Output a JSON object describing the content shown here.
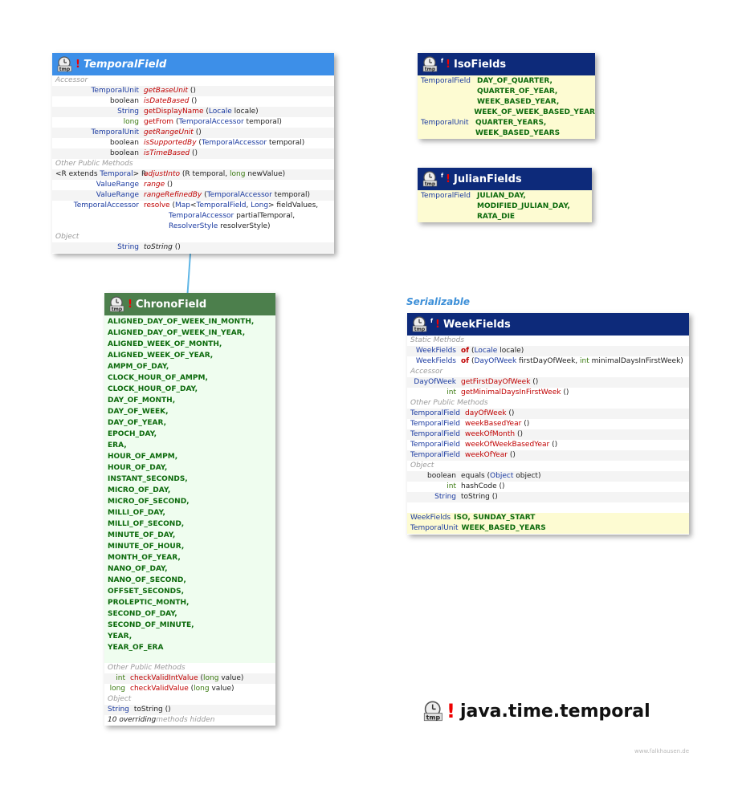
{
  "package_title": "java.time.temporal",
  "footer": "www.falkhausen.de",
  "icon_caption": "tmp",
  "final_marker": "f",
  "exclaim": "!",
  "temporal_field": {
    "title": "TemporalField",
    "sec_accessor": "Accessor",
    "sec_other": "Other Public Methods",
    "sec_object": "Object",
    "rows": {
      "r1": {
        "type": "TemporalUnit",
        "name": "getBaseUnit",
        "sig": " ()"
      },
      "r2": {
        "type": "boolean",
        "name": "isDateBased",
        "sig": " ()"
      },
      "r3": {
        "type": "String",
        "name": "getDisplayName",
        "p1": " (",
        "p2": "Locale",
        "p3": " locale)"
      },
      "r4": {
        "type": "long",
        "name": "getFrom",
        "p1": " (",
        "p2": "TemporalAccessor",
        "p3": " temporal)"
      },
      "r5": {
        "type": "TemporalUnit",
        "name": "getRangeUnit",
        "sig": " ()"
      },
      "r6": {
        "type": "boolean",
        "name": "isSupportedBy",
        "p1": " (",
        "p2": "TemporalAccessor",
        "p3": " temporal)"
      },
      "r7": {
        "type": "boolean",
        "name": "isTimeBased",
        "sig": " ()"
      },
      "r8": {
        "t1": "<R extends ",
        "t2": "Temporal",
        "t3": "> R",
        "name": "adjustInto",
        "p1": " (R temporal, ",
        "p2": "long",
        "p3": " newValue)"
      },
      "r9": {
        "type": "ValueRange",
        "name": "range",
        "sig": " ()"
      },
      "r10": {
        "type": "ValueRange",
        "name": "rangeRefinedBy",
        "p1": " (",
        "p2": "TemporalAccessor",
        "p3": " temporal)"
      },
      "r11": {
        "type": "TemporalAccessor",
        "name": "resolve",
        "p1": " (",
        "p2": "Map",
        "p3": "<",
        "p4": "TemporalField",
        "p5": ", ",
        "p6": "Long",
        "p7": "> fieldValues,"
      },
      "r11b": {
        "p1": "TemporalAccessor",
        "p2": " partialTemporal,"
      },
      "r11c": {
        "p1": "ResolverStyle",
        "p2": " resolverStyle)"
      },
      "r12": {
        "type": "String",
        "name": "toString",
        "sig": " ()"
      }
    }
  },
  "iso_fields": {
    "title": "IsoFields",
    "field_type": "TemporalField",
    "unit_type": "TemporalUnit",
    "fields": [
      "DAY_OF_QUARTER,",
      "QUARTER_OF_YEAR,",
      "WEEK_BASED_YEAR,",
      "WEEK_OF_WEEK_BASED_YEAR"
    ],
    "units": [
      "QUARTER_YEARS,",
      "WEEK_BASED_YEARS"
    ]
  },
  "julian_fields": {
    "title": "JulianFields",
    "field_type": "TemporalField",
    "fields": [
      "JULIAN_DAY,",
      "MODIFIED_JULIAN_DAY,",
      "RATA_DIE"
    ]
  },
  "chrono_field": {
    "title": "ChronoField",
    "constants": [
      "ALIGNED_DAY_OF_WEEK_IN_MONTH,",
      "ALIGNED_DAY_OF_WEEK_IN_YEAR,",
      "ALIGNED_WEEK_OF_MONTH,",
      "ALIGNED_WEEK_OF_YEAR,",
      "AMPM_OF_DAY,",
      "CLOCK_HOUR_OF_AMPM,",
      "CLOCK_HOUR_OF_DAY,",
      "DAY_OF_MONTH,",
      "DAY_OF_WEEK,",
      "DAY_OF_YEAR,",
      "EPOCH_DAY,",
      "ERA,",
      "HOUR_OF_AMPM,",
      "HOUR_OF_DAY,",
      "INSTANT_SECONDS,",
      "MICRO_OF_DAY,",
      "MICRO_OF_SECOND,",
      "MILLI_OF_DAY,",
      "MILLI_OF_SECOND,",
      "MINUTE_OF_DAY,",
      "MINUTE_OF_HOUR,",
      "MONTH_OF_YEAR,",
      "NANO_OF_DAY,",
      "NANO_OF_SECOND,",
      "OFFSET_SECONDS,",
      "PROLEPTIC_MONTH,",
      "SECOND_OF_DAY,",
      "SECOND_OF_MINUTE,",
      "YEAR,",
      "YEAR_OF_ERA"
    ],
    "sec_other": "Other Public Methods",
    "sec_object": "Object",
    "m1": {
      "type": "int",
      "name": "checkValidIntValue",
      "p1": " (",
      "p2": "long",
      "p3": " value)"
    },
    "m2": {
      "type": "long",
      "name": "checkValidValue",
      "p1": " (",
      "p2": "long",
      "p3": " value)"
    },
    "m3": {
      "type": "String",
      "name": "toString",
      "sig": " ()"
    },
    "hidden_a": "10 overriding ",
    "hidden_b": "methods hidden"
  },
  "week_fields": {
    "serializable": "Serializable",
    "title": "WeekFields",
    "sec_static": "Static Methods",
    "sec_accessor": "Accessor",
    "sec_other": "Other Public Methods",
    "sec_object": "Object",
    "s1": {
      "type": "WeekFields",
      "name": "of",
      "p1": " (",
      "p2": "Locale",
      "p3": " locale)"
    },
    "s2": {
      "type": "WeekFields",
      "name": "of",
      "p1": " (",
      "p2": "DayOfWeek",
      "p3": " firstDayOfWeek, ",
      "p4": "int",
      "p5": " minimalDaysInFirstWeek)"
    },
    "a1": {
      "type": "DayOfWeek",
      "name": "getFirstDayOfWeek",
      "sig": " ()"
    },
    "a2": {
      "type": "int",
      "name": "getMinimalDaysInFirstWeek",
      "sig": " ()"
    },
    "o1": {
      "type": "TemporalField",
      "name": "dayOfWeek",
      "sig": " ()"
    },
    "o2": {
      "type": "TemporalField",
      "name": "weekBasedYear",
      "sig": " ()"
    },
    "o3": {
      "type": "TemporalField",
      "name": "weekOfMonth",
      "sig": " ()"
    },
    "o4": {
      "type": "TemporalField",
      "name": "weekOfWeekBasedYear",
      "sig": " ()"
    },
    "o5": {
      "type": "TemporalField",
      "name": "weekOfYear",
      "sig": " ()"
    },
    "b1": {
      "type": "boolean",
      "name": "equals",
      "p1": " (",
      "p2": "Object",
      "p3": " object)"
    },
    "b2": {
      "type": "int",
      "name": "hashCode",
      "sig": " ()"
    },
    "b3": {
      "type": "String",
      "name": "toString",
      "sig": " ()"
    },
    "f1": {
      "type": "WeekFields",
      "val": "ISO, SUNDAY_START"
    },
    "f2": {
      "type": "TemporalUnit",
      "val": "WEEK_BASED_YEARS"
    }
  },
  "colors": {
    "interface_header": "#3d8fe8",
    "final_header": "#0d2a7a",
    "enum_header": "#4c7f4c",
    "enum_body": "#effdef",
    "const_bg": "#fdfbd2"
  }
}
